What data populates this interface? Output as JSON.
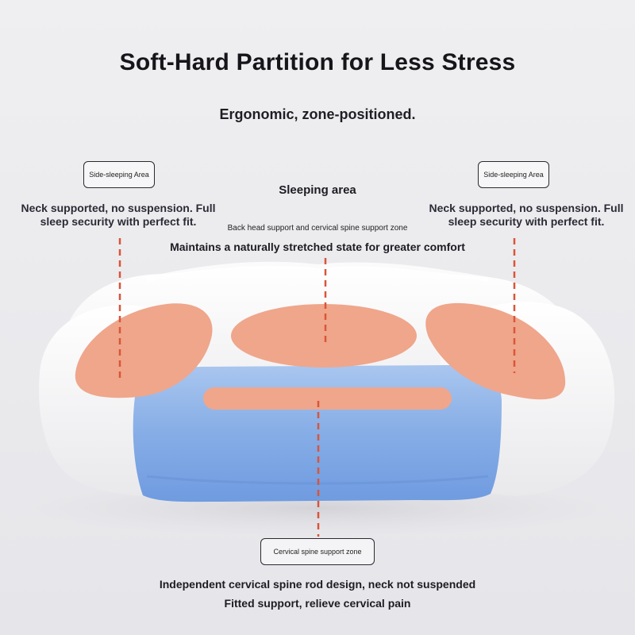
{
  "title": "Soft-Hard Partition for Less Stress",
  "subtitle": "Ergonomic, zone-positioned.",
  "left_zone": {
    "tag": "Side-sleeping Area",
    "text": "Neck supported, no suspension. Full sleep security with perfect fit."
  },
  "right_zone": {
    "tag": "Side-sleeping Area",
    "text": "Neck supported, no suspension. Full sleep security with perfect fit."
  },
  "center_zone": {
    "heading": "Sleeping area",
    "sub": "Back head support and cervical spine support zone",
    "description": "Maintains a naturally stretched state for greater comfort"
  },
  "bottom_zone": {
    "tag": "Cervical spine support zone",
    "line1": "Independent cervical spine rod design, neck not suspended",
    "line2": "Fitted support, relieve cervical pain"
  },
  "colors": {
    "zone_fill": "#efa68b",
    "dash_line": "#d9553a",
    "pillow_white": "#f7f7f8",
    "pillow_blue": "#7fa8e2"
  }
}
